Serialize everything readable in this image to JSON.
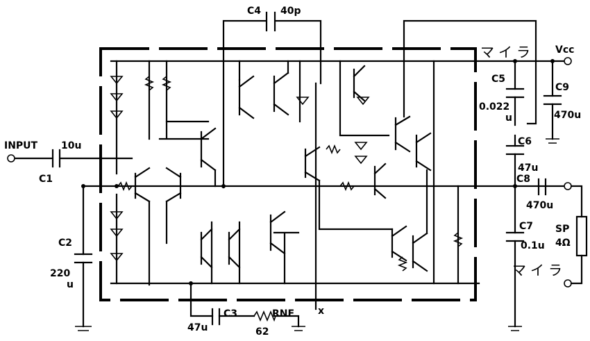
{
  "labels": {
    "c4": "C4",
    "c4_value": "40p",
    "mylar_top": "マイラ",
    "vcc": "Vcc",
    "c5": "C5",
    "c5_value_a": "0.022",
    "c5_value_b": "u",
    "c9": "C9",
    "c9_value": "470u",
    "input": "INPUT",
    "c1_value": "10u",
    "c1": "C1",
    "c6": "C6",
    "c6_value": "47u",
    "c8": "C8",
    "c8_value": "470u",
    "c2": "C2",
    "c2_value_a": "220",
    "c2_value_b": "u",
    "c7": "C7",
    "c7_value": "0.1u",
    "sp": "SP",
    "sp_value": "4Ω",
    "mylar_bottom": "マイラ",
    "c3": "C3",
    "c3_value": "47u",
    "rnf": "RNF",
    "rnf_value": "62",
    "node_x": "x"
  }
}
